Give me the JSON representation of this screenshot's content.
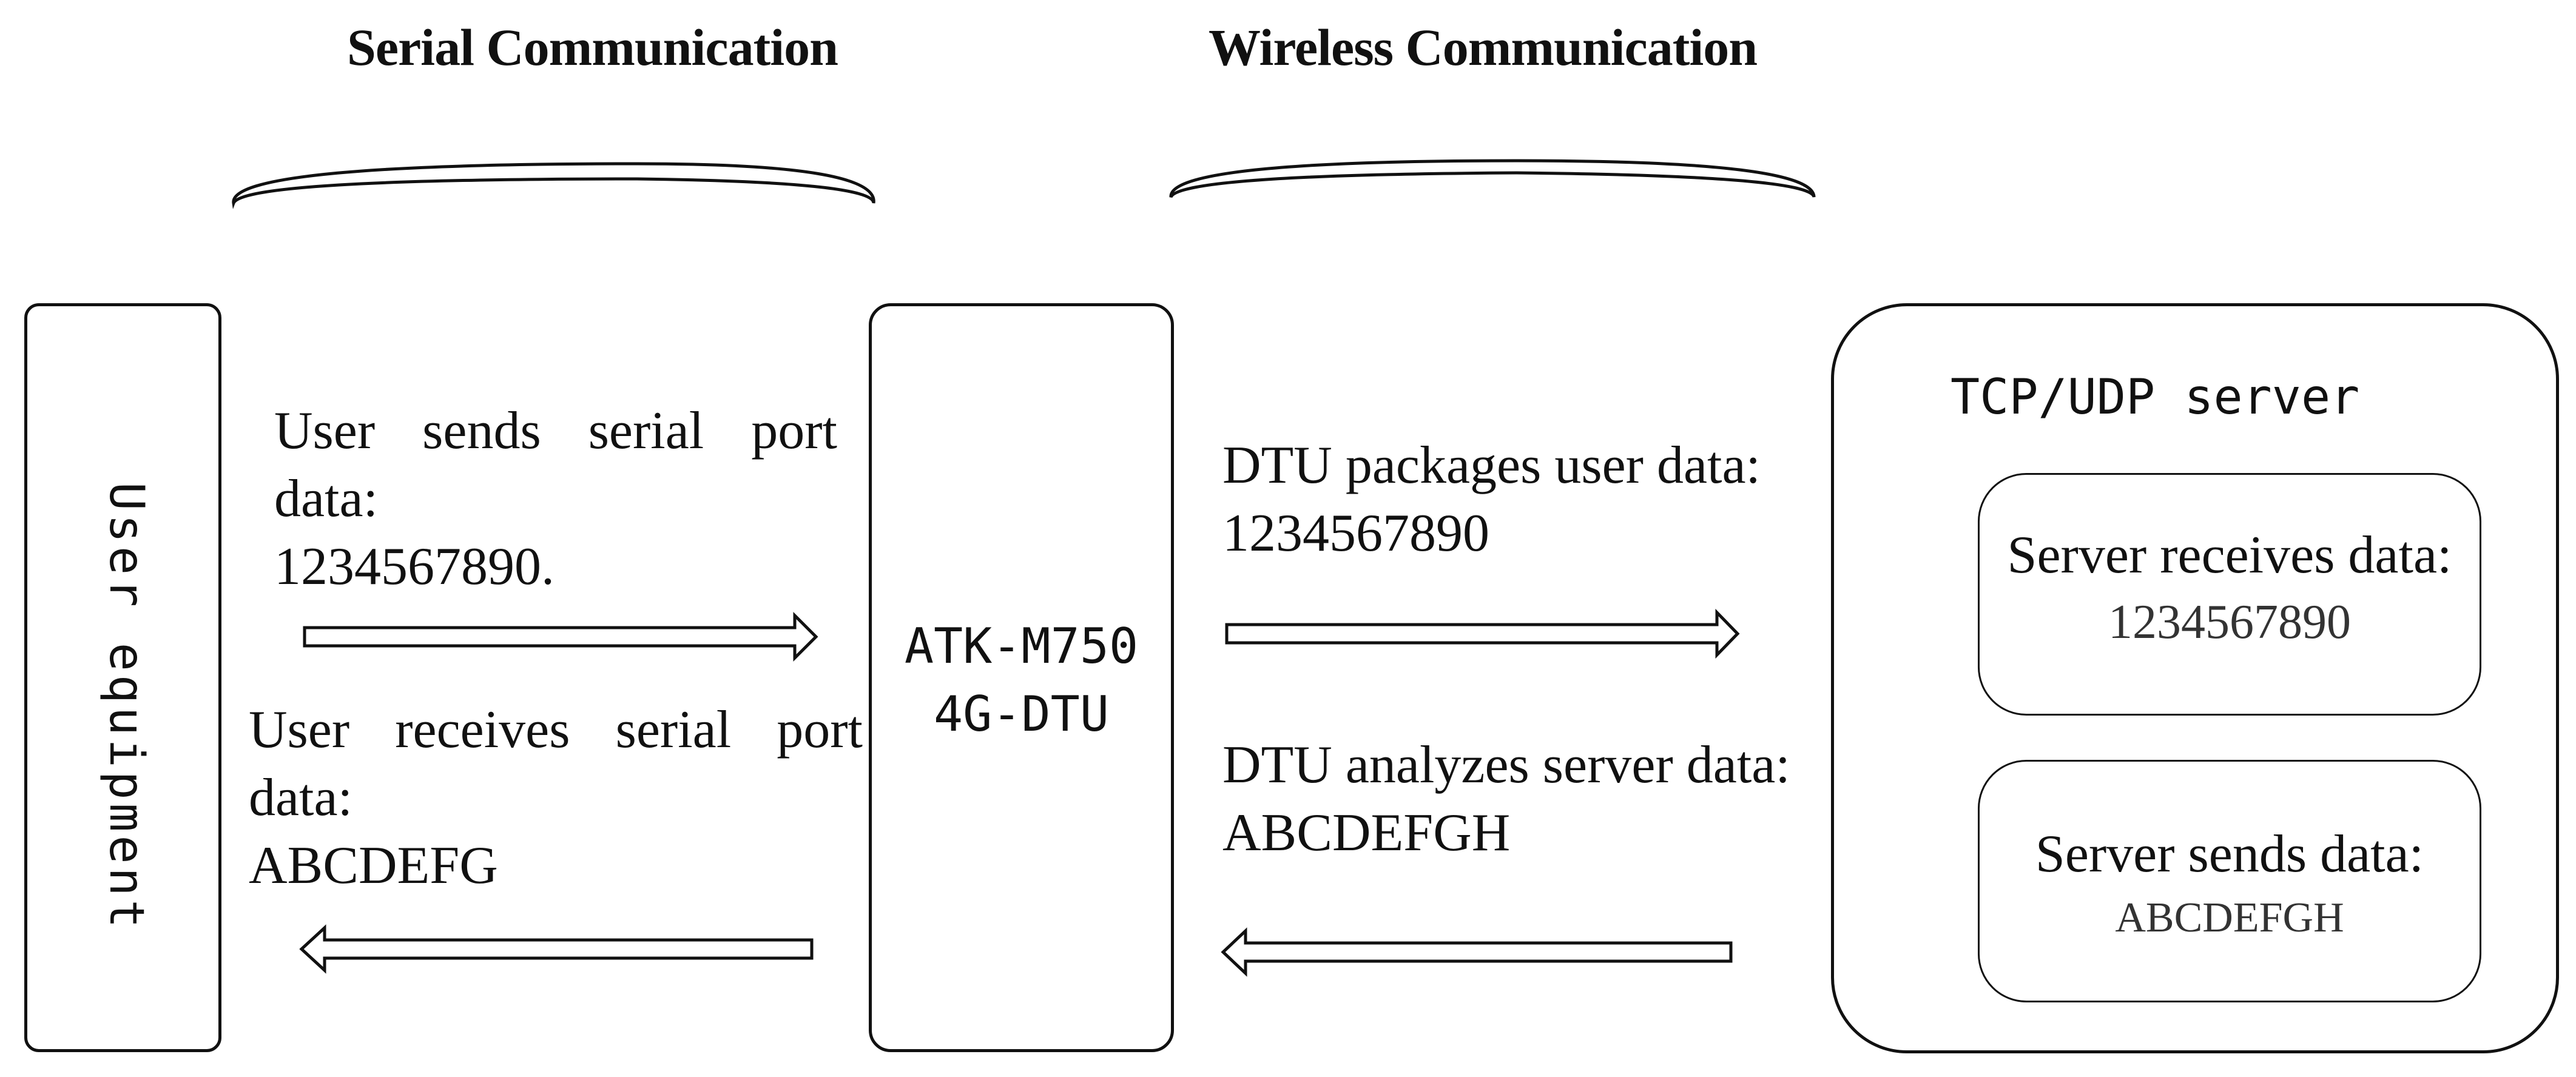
{
  "headers": {
    "serial": "Serial Communication",
    "wireless": "Wireless Communication"
  },
  "user_equipment": {
    "label": "User equipment"
  },
  "serial_send": {
    "line1": "User sends serial port",
    "line2": "data:",
    "line3": "1234567890."
  },
  "serial_receive": {
    "line1": "User receives serial port",
    "line2": "data:",
    "line3": "ABCDEFG"
  },
  "dtu": {
    "line1": "ATK-M750",
    "line2": "4G-DTU"
  },
  "wireless_send": {
    "line1": "DTU packages user data:",
    "line2": "1234567890"
  },
  "wireless_receive": {
    "line1": "DTU analyzes server data:",
    "line2": "ABCDEFGH"
  },
  "server": {
    "title": "TCP/UDP server",
    "receives": {
      "label": "Server receives data:",
      "value": "1234567890"
    },
    "sends": {
      "label": "Server sends data:",
      "value": "ABCDEFGH"
    }
  }
}
